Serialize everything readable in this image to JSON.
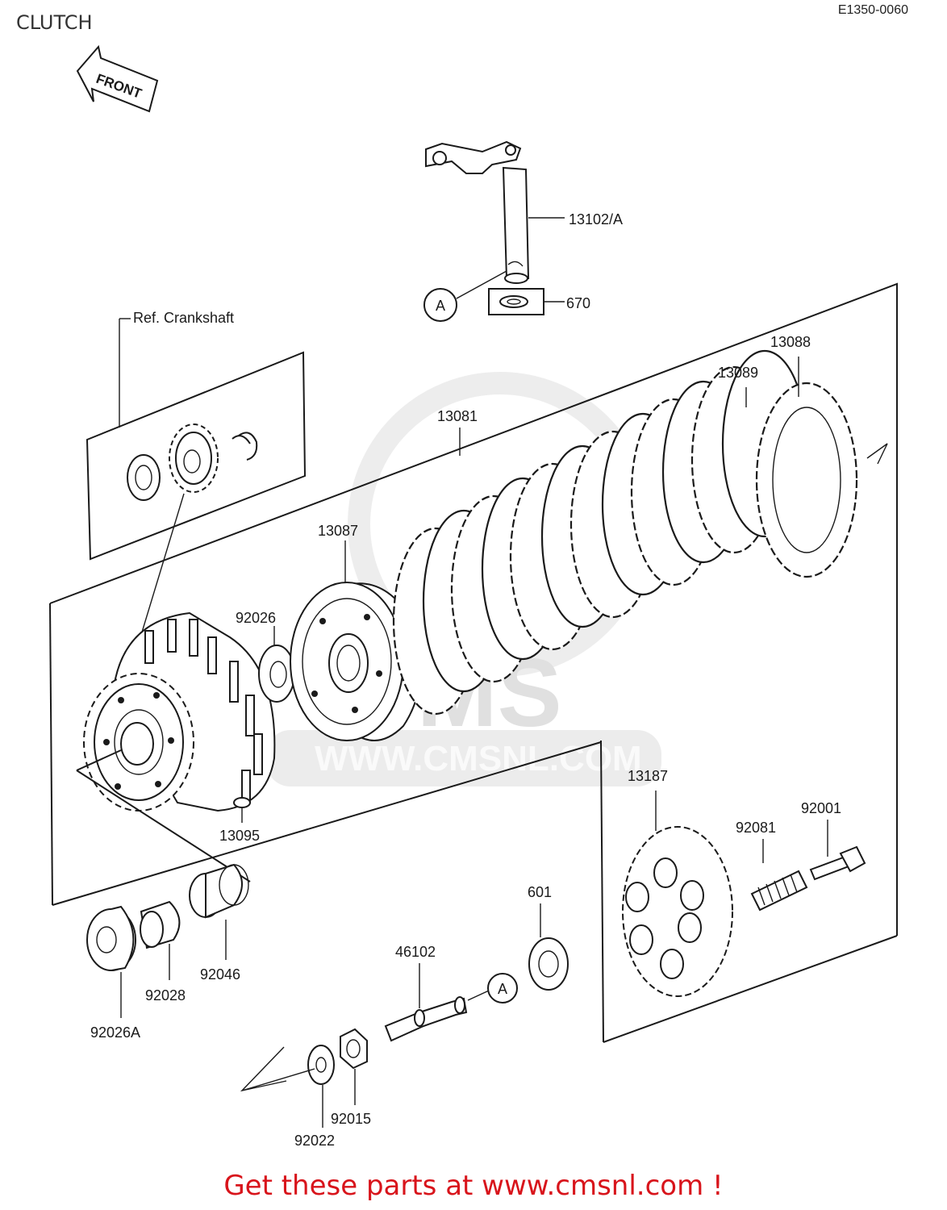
{
  "header": {
    "title": "CLUTCH",
    "diagram_code": "E1350-0060"
  },
  "front_arrow": {
    "label": "FRONT"
  },
  "watermark": {
    "text": "WWW.CMSNL.COM",
    "brand": "CMS"
  },
  "callouts": {
    "c13102A": "13102/A",
    "c670": "670",
    "refCrank": "Ref. Crankshaft",
    "c13088": "13088",
    "c13089": "13089",
    "c13081": "13081",
    "c13087": "13087",
    "c92026": "92026",
    "c13095": "13095",
    "c13187": "13187",
    "c92001": "92001",
    "c92081": "92081",
    "c601": "601",
    "c46102": "46102",
    "c92046": "92046",
    "c92028": "92028",
    "c92026A": "92026A",
    "c92015": "92015",
    "c92022": "92022",
    "refA1": "A",
    "refA2": "A"
  },
  "footer": {
    "text": "Get these parts at www.cmsnl.com !"
  },
  "colors": {
    "banner": "#d8141b",
    "line": "#1a1a1a",
    "watermark": "#e0e0e0"
  }
}
